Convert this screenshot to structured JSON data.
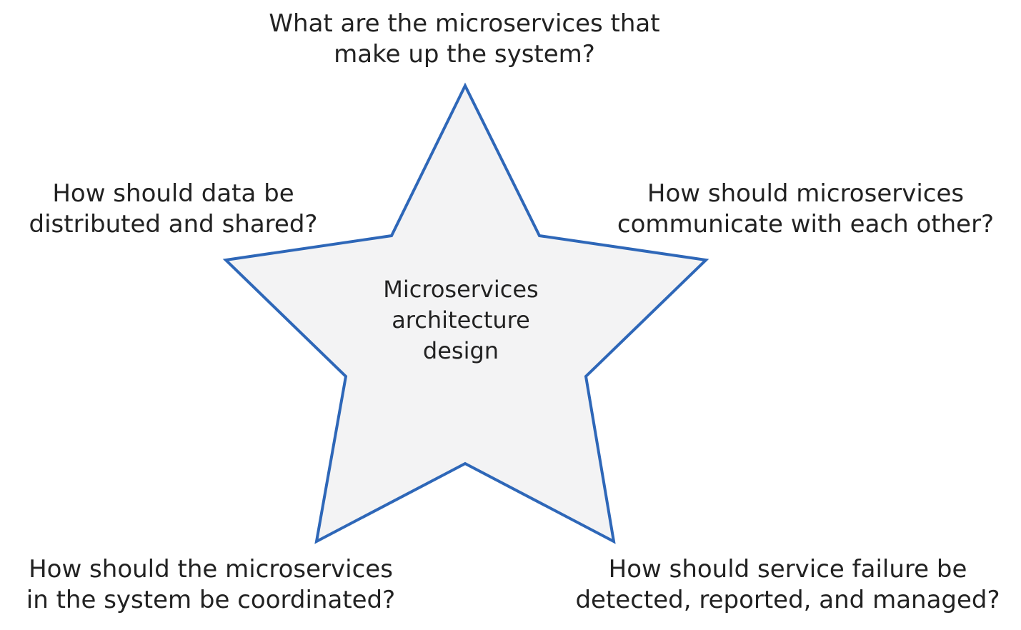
{
  "colors": {
    "star_stroke": "#2e67b8",
    "star_fill": "#f3f3f4",
    "text": "#222222",
    "background": "#ffffff"
  },
  "center": {
    "lines": [
      "Microservices",
      "architecture",
      "design"
    ]
  },
  "questions": {
    "top": {
      "lines": [
        "What are the microservices that",
        "make up the system?"
      ]
    },
    "left": {
      "lines": [
        "How should data be",
        "distributed and shared?"
      ]
    },
    "right": {
      "lines": [
        "How should microservices",
        "communicate with each other?"
      ]
    },
    "bottom_left": {
      "lines": [
        "How should the microservices",
        "in the system be coordinated?"
      ]
    },
    "bottom_right": {
      "lines": [
        "How should service failure be",
        "detected, reported, and managed?"
      ]
    }
  }
}
